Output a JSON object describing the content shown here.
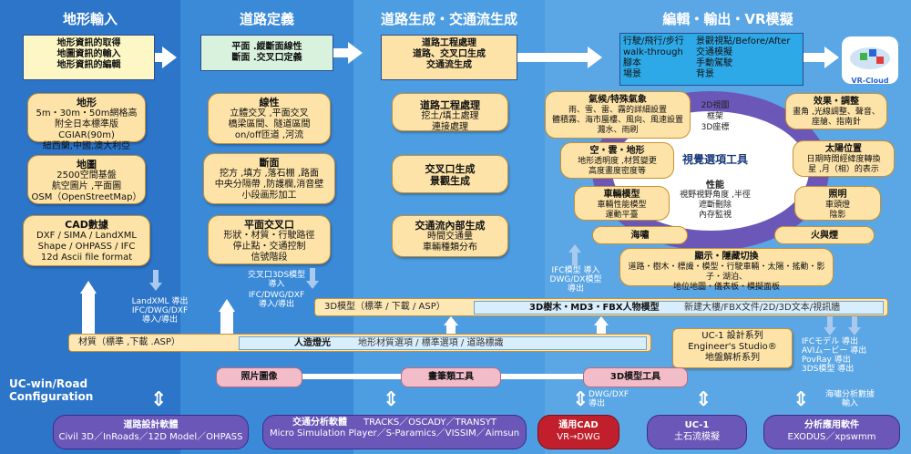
{
  "headers": [
    "地形輸入",
    "道路定義",
    "道路生成・交通流生成",
    "編輯・輸出・VR模擬"
  ],
  "top": {
    "c1": [
      "地形資訊的取得",
      "地圖資訊的輸入",
      "地形資訊的編輯"
    ],
    "c2": [
      "平面 .縱斷面線性",
      "斷面 .交叉口定義"
    ],
    "c3": [
      "道路工程處理",
      "道路、交叉口生成",
      "交通流生成"
    ],
    "c4a": [
      "行駛/飛行/步行",
      "walk-through",
      "腳本",
      "場景"
    ],
    "c4b": [
      "景觀視點/Before/After",
      "交通模擬",
      "手動駕駛",
      "背景"
    ],
    "logo": "VR-Cloud"
  },
  "c1boxes": [
    {
      "t": "地形",
      "l": [
        "5m・30m・50m網格高",
        "附全日本標準版CGIAR(90m)",
        "紐西蘭,中國,澳大利亞"
      ]
    },
    {
      "t": "地圖",
      "l": [
        "2500空間基盤",
        "航空圖片 ,平面圖",
        "OSM（OpenStreetMap）"
      ]
    },
    {
      "t": "CAD數據",
      "l": [
        "DXF / SIMA / LandXML",
        "Shape / OHPASS / IFC",
        "12d Ascii file format"
      ]
    }
  ],
  "c2boxes": [
    {
      "t": "線性",
      "l": [
        "立體交叉 ,平面交叉",
        "橋梁區間、隧道區間",
        "on/off匝道 ,河流"
      ]
    },
    {
      "t": "斷面",
      "l": [
        "挖方 ,填方 ,落石棚 ,路面",
        "中央分隔帶 ,防護欄,消音壁",
        "小段画形加工"
      ]
    },
    {
      "t": "平面交叉口",
      "l": [
        "形狀・材質・行駛路徑",
        "停止點・交通控制",
        "信號階段"
      ]
    }
  ],
  "c3boxes": [
    {
      "t": "道路工程處理",
      "l": [
        "挖土/填土處理",
        "連接處理"
      ]
    },
    {
      "t": "交叉口生成",
      "l": [
        "景觀生成"
      ]
    },
    {
      "t": "交通流內部生成",
      "l": [
        "時間交通量",
        "車輛種類分布"
      ]
    }
  ],
  "c4": {
    "weather": {
      "t": "氣候/特殊氣象",
      "l": [
        "雨、雪、雷、霧的詳細設置",
        "體積霧、海市蜃樓、風向、風速設置",
        "濺水、雨刷"
      ]
    },
    "sky": {
      "t": "空・雲・地形",
      "l": [
        "地形透明度 ,材質變更",
        "高度畫度密度等"
      ]
    },
    "vehicle": {
      "t": "車輛模型",
      "l": [
        "車輛性能模型",
        "運動平臺"
      ]
    },
    "tsunami": "海嘯",
    "effects": {
      "t": "效果・調整",
      "l": [
        "畫角 ,光線調整、聲音、",
        "座艙、指南針"
      ]
    },
    "sun": {
      "t": "太陽位置",
      "l": [
        "日期時間經緯度轉換",
        "星 ,月（相）的表示"
      ]
    },
    "light": {
      "t": "照明",
      "l": [
        "車頭燈",
        "陰影"
      ]
    },
    "fire": "火與煙",
    "display": {
      "t": "顯示・隱藏切換",
      "l": [
        "道路・樹木・標識・模型・行駛車輛・太陽・搖動・影子・湖泊、",
        "地位地圖・儀表板・模擬面板"
      ]
    },
    "center": {
      "title": "視覺選項工具",
      "top": [
        "2D視圖",
        "框架",
        "3D座標"
      ],
      "perf": "性能",
      "perfl": [
        "視野視野角度 ,半徑",
        "遮斷刪除",
        "內存監視"
      ]
    }
  },
  "io": {
    "landxml": [
      "LandXML 導出",
      "IFC/DWG/DXF",
      "導入/導出"
    ],
    "cross3d": [
      "交叉口3DS模型",
      "導入"
    ],
    "ifcdwg": [
      "IFC/DWG/DXF",
      "導入/導出"
    ],
    "ifcmodel": [
      "IFC模型 導入",
      "DWG/DX模型",
      "導出"
    ],
    "right": [
      "IFCモデル 導出",
      "AVIムービー 導出",
      "PovRay 導出",
      "3DS模型 導出"
    ],
    "dwgdxf": [
      "DWG/DXF",
      "導出"
    ],
    "tsunamiIn": [
      "海嘯分析數據",
      "輸入"
    ]
  },
  "bars": {
    "model3d": "3D模型（標準 / 下載 / ASP）",
    "trees": "3D樹木・MD3・FBX人物模型",
    "treesRest": "新建大樓/FBX文件/2D/3D文本/視訊牆",
    "material": "材質（標準 ,下載 .ASP）",
    "lighting": "人造燈光",
    "lightingRest": "地形材質選項 / 標準選項 / 道路標識",
    "uc1": [
      "UC-1 設計系列",
      "Engineer's Studio®",
      "地盤解析系列"
    ]
  },
  "pinks": [
    "照片圖像",
    "畫筆類工具",
    "3D模型工具"
  ],
  "bottom": [
    {
      "t": "道路設計軟體",
      "l": "Civil 3D／InRoads／12D Model／OHPASS"
    },
    {
      "t": "交通分析軟體",
      "l": "TRACKS／OSCADY／TRANSYT",
      "l2": "Micro Simulation Player／S-Paramics／VISSIM／Aimsun"
    },
    {
      "t": "通用CAD",
      "l": "VR→DWG"
    },
    {
      "t": "UC-1",
      "l": "土石流模擬"
    },
    {
      "t": "分析應用軟件",
      "l": "EXODUS／xpswmm"
    }
  ],
  "side": [
    "UC-win/Road",
    "Configuration"
  ]
}
